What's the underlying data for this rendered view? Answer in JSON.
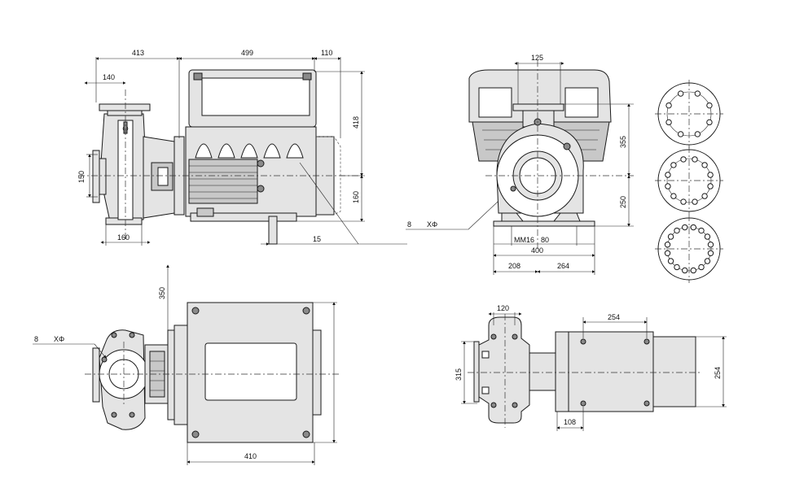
{
  "views": {
    "side": {
      "dims": {
        "d413": "413",
        "d499": "499",
        "d110": "110",
        "d140": "140",
        "d418": "418",
        "d150": "150",
        "d160_height": "160",
        "d160_foot": "160",
        "d15": "15"
      },
      "callout": {
        "count": "8",
        "symbol": "XΦ"
      }
    },
    "front": {
      "dims": {
        "d125": "125",
        "d355": "355",
        "d250": "250",
        "mm16": "MM16",
        "d80": "80",
        "d400": "400",
        "d208": "208",
        "d264": "264"
      }
    },
    "top": {
      "dims": {
        "d350": "350",
        "d410": "410"
      },
      "callout": {
        "count": "8",
        "symbol": "XΦ"
      }
    },
    "bottom": {
      "dims": {
        "d120": "120",
        "d254_h": "254",
        "d315": "315",
        "d254_v": "254",
        "d108": "108"
      }
    }
  }
}
